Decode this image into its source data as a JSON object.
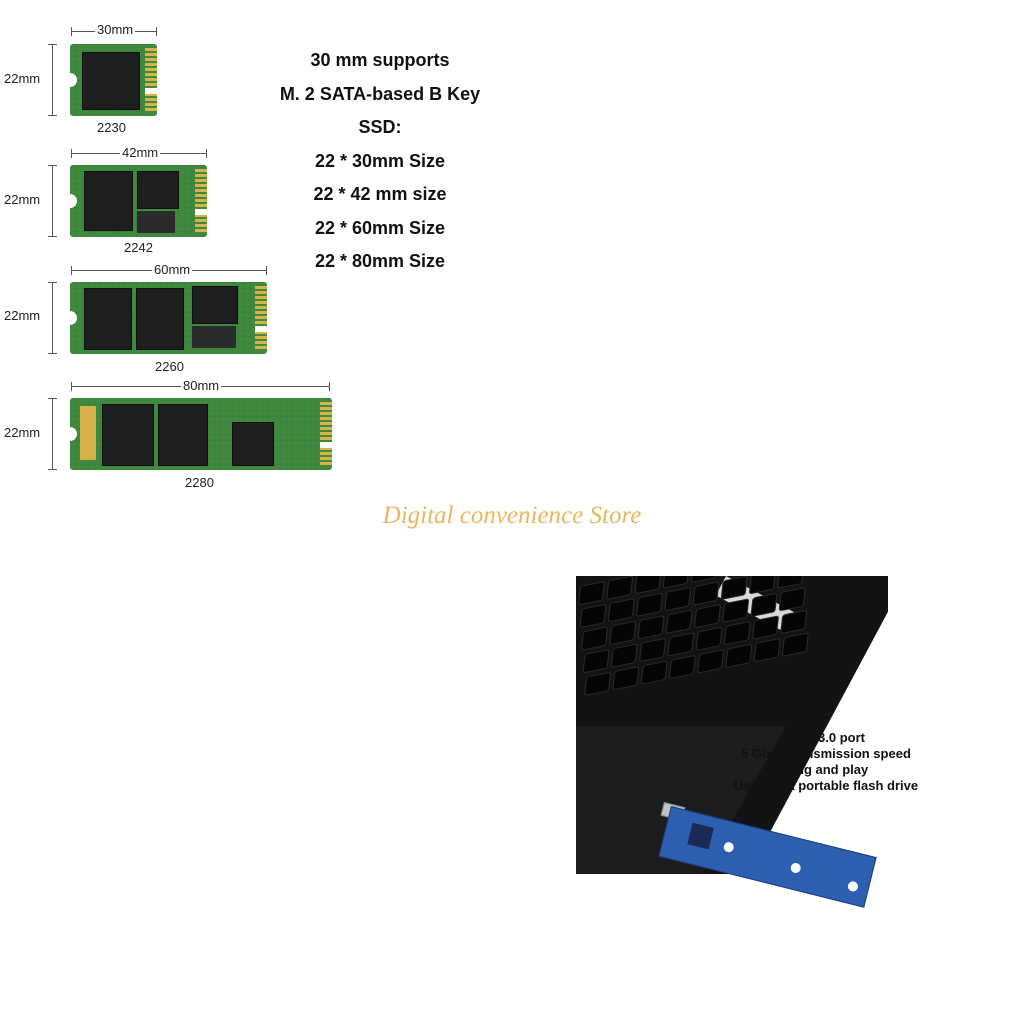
{
  "ssd_sizes": [
    {
      "length": "30mm",
      "height": "22mm",
      "model": "2230"
    },
    {
      "length": "42mm",
      "height": "22mm",
      "model": "2242"
    },
    {
      "length": "60mm",
      "height": "22mm",
      "model": "2260"
    },
    {
      "length": "80mm",
      "height": "22mm",
      "model": "2280"
    }
  ],
  "spec_lines": [
    "30 mm supports",
    "M. 2 SATA-based B Key",
    "SSD:",
    "22 * 30mm Size",
    "22 * 42 mm size",
    "22 * 60mm Size",
    "22 * 80mm Size"
  ],
  "watermark": "Digital convenience Store",
  "usb_info": [
    "USB 3.0 port",
    "5 Gbps transmission speed",
    "Plug and play",
    "Used as a portable flash drive"
  ],
  "colors": {
    "board": "#3f8a3e",
    "watermark": "#e8b75e",
    "enclosure": "#2d5fb0"
  }
}
